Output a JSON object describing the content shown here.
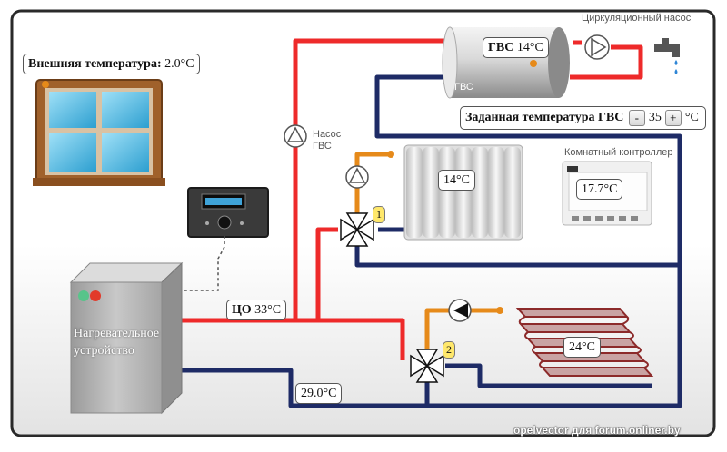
{
  "outdoor": {
    "label": "Внешняя температура:",
    "value": "2.0°C"
  },
  "boiler": {
    "name": "Нагревательное устройство"
  },
  "co": {
    "label": "ЦО",
    "value": "33°C"
  },
  "return_temp": "29.0°C",
  "dhw_pump_label": "Насос ГВС",
  "circ_pump_label": "Циркуляционный насос",
  "tank": {
    "title": "ГВС",
    "temp": "14°C",
    "bottom_label": "ГВС"
  },
  "dhw_setpoint": {
    "label": "Заданная температура ГВС",
    "minus": "-",
    "value": "35",
    "plus": "+",
    "unit": "°C"
  },
  "room_controller": {
    "title": "Комнатный контроллер",
    "temp": "17.7°C"
  },
  "radiator_temp": "14°C",
  "floor_temp": "24°C",
  "valve1": "1",
  "valve2": "2",
  "watermark": "opelvector для forum.onliner.by",
  "colors": {
    "supply": "#ee2a2a",
    "return": "#1e2b66",
    "mixed": "#e68a1a"
  }
}
